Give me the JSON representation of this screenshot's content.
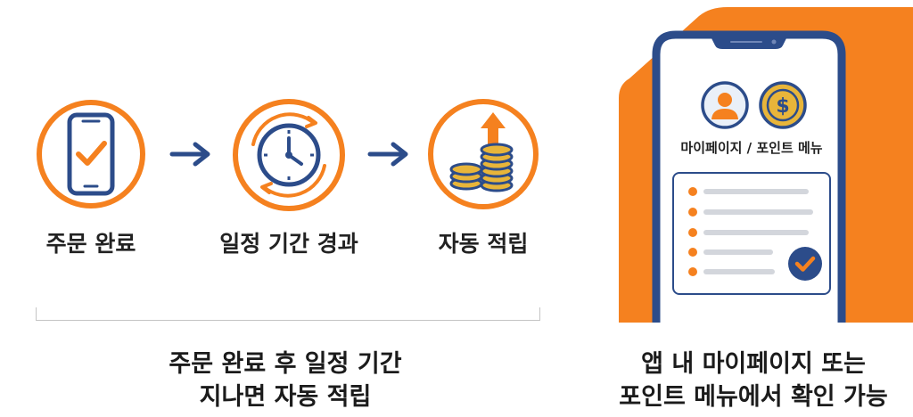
{
  "flow": {
    "steps": [
      {
        "label": "주문 완료",
        "icon": "phone-check-icon"
      },
      {
        "label": "일정 기간 경과",
        "icon": "clock-icon"
      },
      {
        "label": "자동 적립",
        "icon": "coins-arrow-icon"
      }
    ],
    "caption_line1": "주문 완료 후 일정 기간",
    "caption_line2": "지나면 자동 적립"
  },
  "phone": {
    "menu_label": "마이페이지 / 포인트 메뉴",
    "caption_line1": "앱 내 마이페이지 또는",
    "caption_line2": "포인트 메뉴에서 확인 가능"
  },
  "colors": {
    "orange": "#F5811F",
    "navy": "#2C4C8A",
    "gold": "#E8B53A"
  }
}
